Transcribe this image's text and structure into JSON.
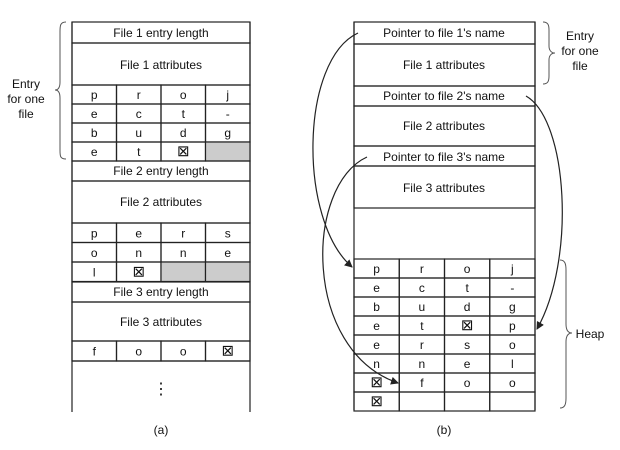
{
  "panel_a": {
    "caption": "(a)",
    "side_label": [
      "Entry",
      "for one",
      "file"
    ],
    "header1": "File 1 entry length",
    "attrs1": "File 1 attributes",
    "chars1": [
      [
        "p",
        "r",
        "o",
        "j"
      ],
      [
        "e",
        "c",
        "t",
        "-"
      ],
      [
        "b",
        "u",
        "d",
        "g"
      ],
      [
        "e",
        "t",
        "⊠",
        ""
      ]
    ],
    "header2": "File 2 entry length",
    "attrs2": "File 2 attributes",
    "chars2": [
      [
        "p",
        "e",
        "r",
        "s"
      ],
      [
        "o",
        "n",
        "n",
        "e"
      ],
      [
        "l",
        "⊠",
        "",
        ""
      ]
    ],
    "header3": "File 3 entry length",
    "attrs3": "File 3 attributes",
    "chars3": [
      [
        "f",
        "o",
        "o",
        "⊠"
      ]
    ],
    "ellipsis": "⋮"
  },
  "panel_b": {
    "caption": "(b)",
    "side_label": [
      "Entry",
      "for one",
      "file"
    ],
    "pointer1": "Pointer to file 1's name",
    "attrs1": "File 1 attributes",
    "pointer2": "Pointer to file 2's name",
    "attrs2": "File 2 attributes",
    "pointer3": "Pointer to file 3's name",
    "attrs3": "File 3 attributes",
    "heap_label": "Heap",
    "heap": [
      [
        "p",
        "r",
        "o",
        "j"
      ],
      [
        "e",
        "c",
        "t",
        "-"
      ],
      [
        "b",
        "u",
        "d",
        "g"
      ],
      [
        "e",
        "t",
        "⊠",
        "p"
      ],
      [
        "e",
        "r",
        "s",
        "o"
      ],
      [
        "n",
        "n",
        "e",
        "l"
      ],
      [
        "⊠",
        "f",
        "o",
        "o"
      ],
      [
        "⊠",
        "",
        "",
        ""
      ]
    ]
  },
  "colors": {
    "line": "#222222",
    "shaded": "#cccccc",
    "background": "#ffffff"
  }
}
